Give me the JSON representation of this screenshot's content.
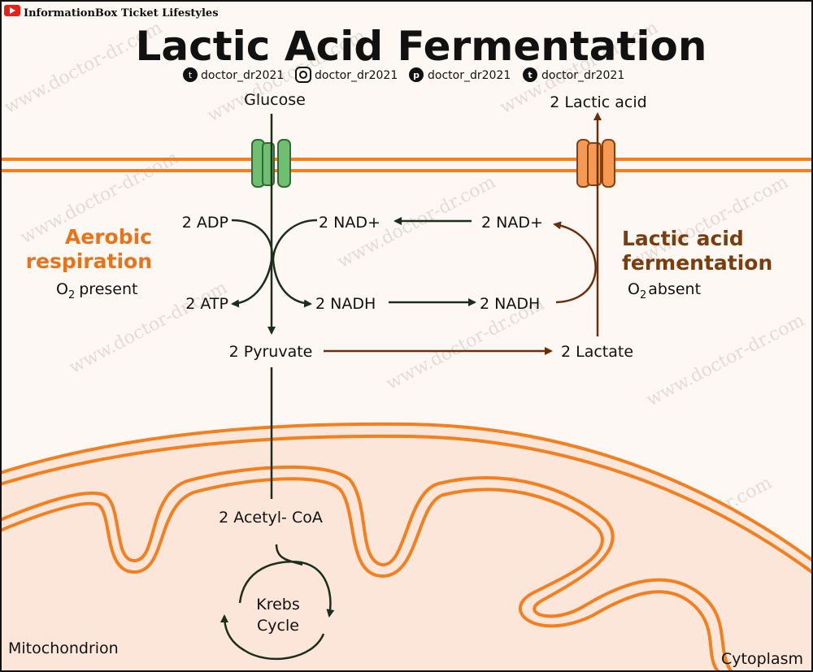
{
  "header": {
    "brand": "InformationBox Ticket Lifestyles",
    "title": "Lactic Acid Fermentation",
    "socials": [
      {
        "icon": "twitter-icon",
        "handle": "doctor_dr2021"
      },
      {
        "icon": "instagram-icon",
        "handle": "doctor_dr2021"
      },
      {
        "icon": "pinterest-icon",
        "handle": "doctor_dr2021"
      },
      {
        "icon": "tumblr-icon",
        "handle": "doctor_dr2021"
      }
    ]
  },
  "labels": {
    "glucose": "Glucose",
    "lactic_acid": "2 Lactic acid",
    "adp": "2 ADP",
    "atp": "2 ATP",
    "nad_left": "2 NAD+",
    "nad_right": "2 NAD+",
    "nadh_left": "2 NADH",
    "nadh_right": "2 NADH",
    "pyruvate": "2 Pyruvate",
    "lactate": "2 Lactate",
    "acetyl_coa": "2 Acetyl- CoA",
    "krebs_line1": "Krebs",
    "krebs_line2": "Cycle",
    "aerobic_line1": "Aerobic",
    "aerobic_line2": "respiration",
    "o2_present": "present",
    "fermentation_line1": "Lactic acid",
    "fermentation_line2": "fermentation",
    "o2_absent": "absent",
    "o2": "O",
    "o2_sub": "2",
    "mitochondrion": "Mitochondrion",
    "cytoplasm": "Cytoplasm"
  },
  "watermark": "www.doctor-dr.com",
  "colors": {
    "membrane": "#f47f1f",
    "green_channel": "#6fbf73",
    "orange_channel": "#f59a55",
    "aerobic_text": "#e8731a",
    "fermentation_text": "#7a3d0f",
    "dark_arrow": "#1b2e1b",
    "brown_arrow": "#6b2e0a",
    "mito_fill": "#fbe6d9",
    "background": "#fdf8f3"
  }
}
